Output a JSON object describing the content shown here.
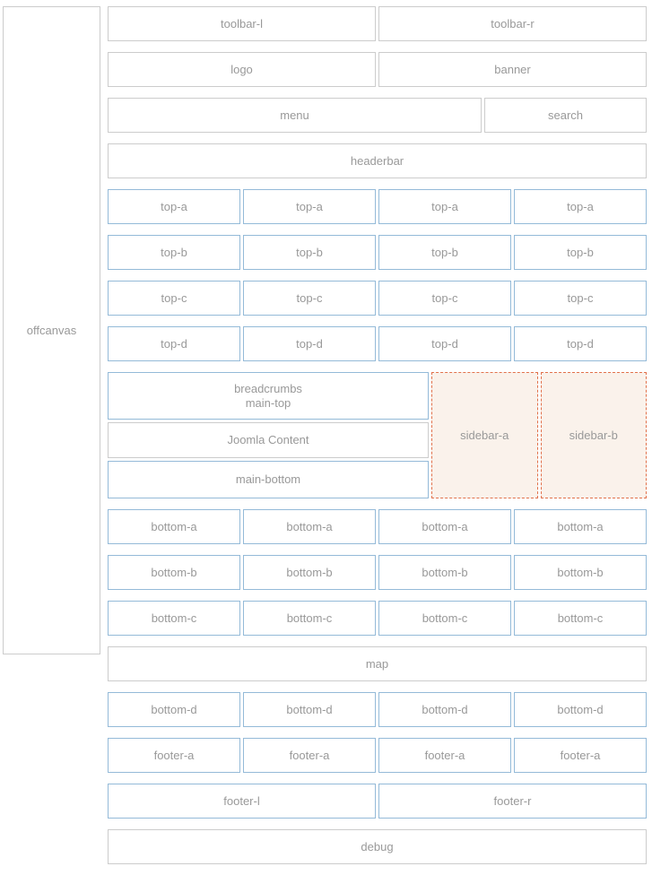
{
  "colors": {
    "border_gray": "#cccccc",
    "border_blue": "#94bad8",
    "border_orange": "#e1714b",
    "sidebar_bg": "#faf2eb",
    "text_label": "#999999",
    "page_bg": "#ffffff"
  },
  "offcanvas": {
    "label": "offcanvas"
  },
  "header": {
    "toolbar_l": "toolbar-l",
    "toolbar_r": "toolbar-r",
    "logo": "logo",
    "banner": "banner",
    "menu": "menu",
    "search": "search",
    "headerbar": "headerbar"
  },
  "top_rows": [
    {
      "cells": [
        "top-a",
        "top-a",
        "top-a",
        "top-a"
      ]
    },
    {
      "cells": [
        "top-b",
        "top-b",
        "top-b",
        "top-b"
      ]
    },
    {
      "cells": [
        "top-c",
        "top-c",
        "top-c",
        "top-c"
      ]
    },
    {
      "cells": [
        "top-d",
        "top-d",
        "top-d",
        "top-d"
      ]
    }
  ],
  "main": {
    "breadcrumbs_main_top": "breadcrumbs\nmain-top",
    "joomla_content": "Joomla Content",
    "main_bottom": "main-bottom",
    "sidebar_a": "sidebar-a",
    "sidebar_b": "sidebar-b"
  },
  "bottom_rows": [
    {
      "cells": [
        "bottom-a",
        "bottom-a",
        "bottom-a",
        "bottom-a"
      ]
    },
    {
      "cells": [
        "bottom-b",
        "bottom-b",
        "bottom-b",
        "bottom-b"
      ]
    },
    {
      "cells": [
        "bottom-c",
        "bottom-c",
        "bottom-c",
        "bottom-c"
      ]
    }
  ],
  "map": {
    "label": "map"
  },
  "bottom_d_row": {
    "cells": [
      "bottom-d",
      "bottom-d",
      "bottom-d",
      "bottom-d"
    ]
  },
  "footer_a_row": {
    "cells": [
      "footer-a",
      "footer-a",
      "footer-a",
      "footer-a"
    ]
  },
  "footer": {
    "footer_l": "footer-l",
    "footer_r": "footer-r"
  },
  "debug": {
    "label": "debug"
  }
}
